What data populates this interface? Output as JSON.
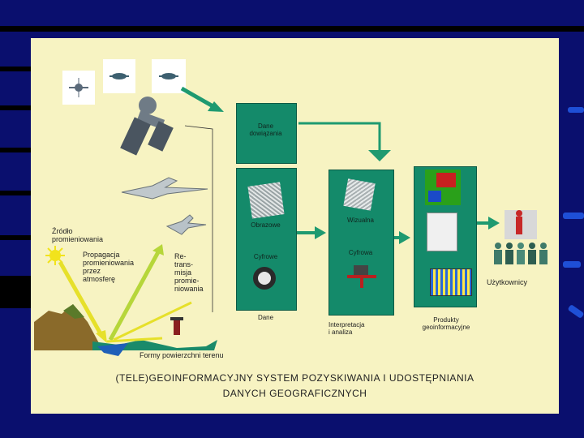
{
  "labels": {
    "source": "Źródło\npromieniowania",
    "propagation": "Propagacja\npromieniowania\nprzez\natmosferę",
    "retransmission": "Re-\ntrans-\nmisja\npromie-\nniowania",
    "landforms": "Formy powierzchni  terenu",
    "reference_data": "Dane\ndowiązania",
    "images": "Obrazowe",
    "digital1": "Cyfrowe",
    "data": "Dane",
    "visual": "Wizualna",
    "digital2": "Cyfrowa",
    "interpretation": "Interpretacja\ni analiza",
    "products": "Produkty\ngeoinformacyjne",
    "users": "Użytkownicy"
  },
  "caption": {
    "line1": "(TELE)GEOINFORMACYJNY SYSTEM POZYSKIWANIA I UDOSTĘPNIANIA",
    "line2": "DANYCH GEOGRAFICZNYCH"
  },
  "colors": {
    "slide_bg": "#0a0f6e",
    "panel_bg": "#f7f3c2",
    "box_fill": "#148a6a",
    "arrow_green": "#1e9a70",
    "ray_yellow": "#e6e02a"
  }
}
